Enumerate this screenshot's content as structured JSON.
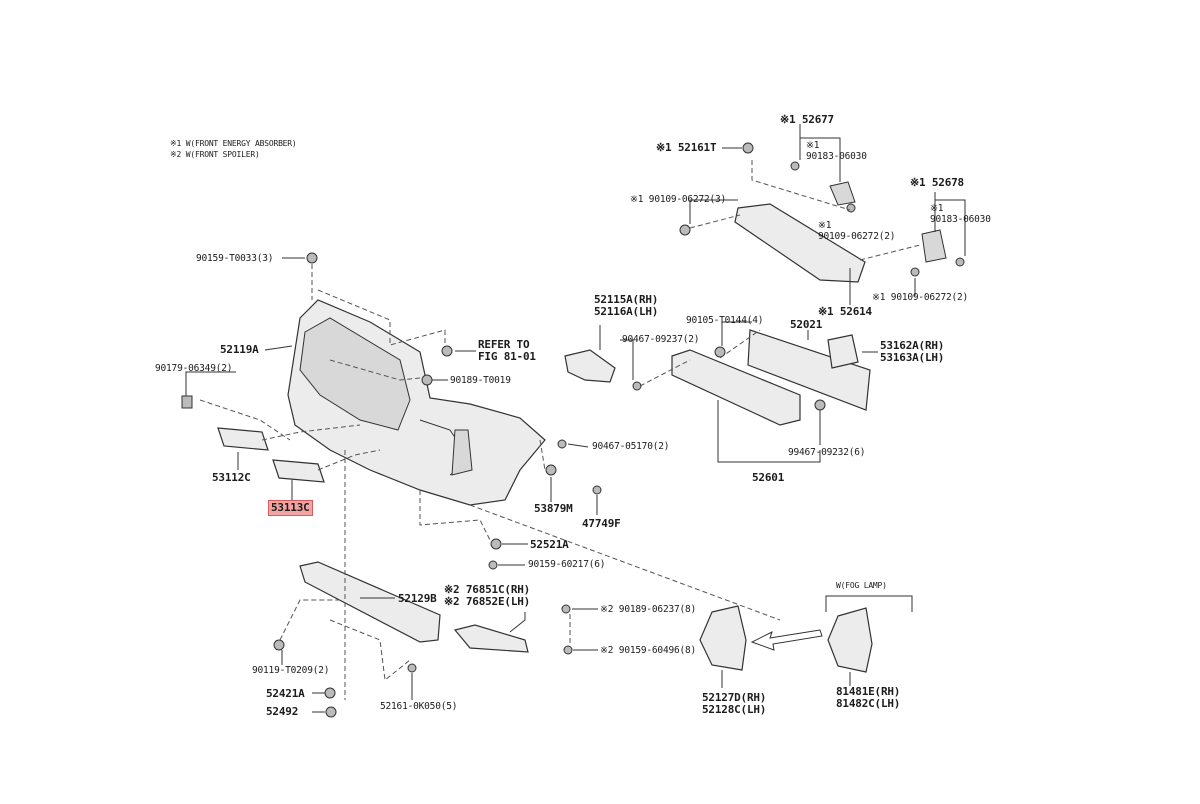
{
  "notes": [
    "※1 W(FRONT ENERGY ABSORBER)",
    "※2 W(FRONT SPOILER)"
  ],
  "labels": {
    "l90159_t0033": "90159-T0033(3)",
    "l52119a": "52119A",
    "l90179_06349": "90179-06349(2)",
    "l53112c": "53112C",
    "l53113c": "53113C",
    "refer1": "REFER TO",
    "refer2": "FIG 81-01",
    "l90189_t0019": "90189-T0019",
    "l52115a": "52115A(RH)",
    "l52116a": "52116A(LH)",
    "l90467_09237": "90467-09237(2)",
    "l90467_05170": "90467-05170(2)",
    "l53879m": "53879M",
    "l47749f": "47749F",
    "l52521a": "52521A",
    "l90159_60217": "90159-60217(6)",
    "l52129b": "52129B",
    "l76851c": "※2 76851C(RH)",
    "l76852e": "※2 76852E(LH)",
    "l90119_t0209": "90119-T0209(2)",
    "l52421a": "52421A",
    "l52492": "52492",
    "l52161_0k050": "52161-0K050(5)",
    "l90189_06237": "※2 90189-06237(8)",
    "l90159_60496": "※2 90159-60496(8)",
    "l52127d": "52127D(RH)",
    "l52128c": "52128C(LH)",
    "fog": "W(FOG LAMP)",
    "l81481e": "81481E(RH)",
    "l81482c": "81482C(LH)",
    "l52161t": "※1 52161T",
    "l52677": "※1 52677",
    "l52677s": "※1",
    "l90183a": "90183-06030",
    "l90109a": "※1 90109-06272(3)",
    "l90109b_s": "※1",
    "l90109b": "90109-06272(2)",
    "l52678": "※1 52678",
    "l52678s": "※1",
    "l90183b": "90183-06030",
    "l90109c": "※1 90109-06272(2)",
    "l52614": "※1 52614",
    "l90105": "90105-T0144(4)",
    "l52021": "52021",
    "l53162a": "53162A(RH)",
    "l53163a": "53163A(LH)",
    "l99467": "99467-09232(6)",
    "l52601": "52601"
  }
}
